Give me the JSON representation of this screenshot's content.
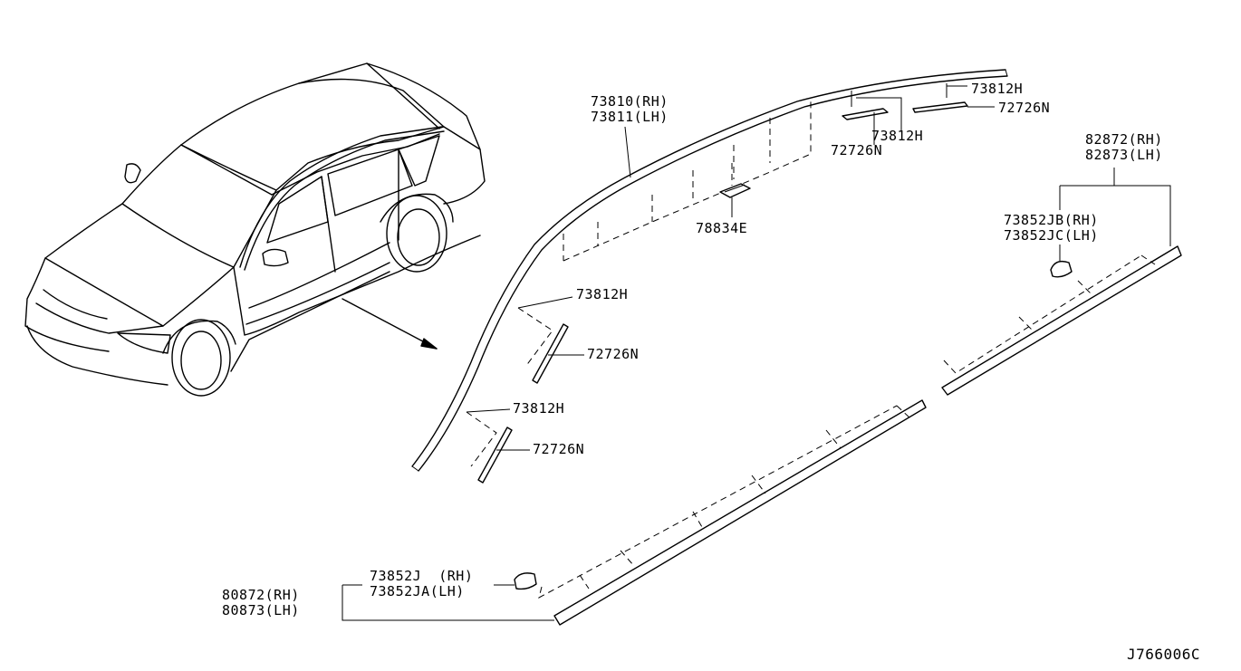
{
  "labels": {
    "roof_molding": [
      "73810(RH)",
      "73811(LH)"
    ],
    "clip_top_a": "73812H",
    "clip_top_b": "72726N",
    "clip_mid_a": "73812H",
    "clip_mid_b": "72726N",
    "clip_front_upper_a": "73812H",
    "clip_front_upper_b": "72726N",
    "clip_front_lower_a": "73812H",
    "clip_front_lower_b": "72726N",
    "end_cap": "78834E",
    "rear_sill_molding": [
      "82872(RH)",
      "82873(LH)"
    ],
    "rear_sill_clip": [
      "73852JB(RH)",
      "73852JC(LH)"
    ],
    "front_sill_molding": [
      "80872(RH)",
      "80873(LH)"
    ],
    "front_sill_clip": [
      "73852J  (RH)",
      "73852JA(LH)"
    ],
    "diagram_code": "J766006C"
  }
}
